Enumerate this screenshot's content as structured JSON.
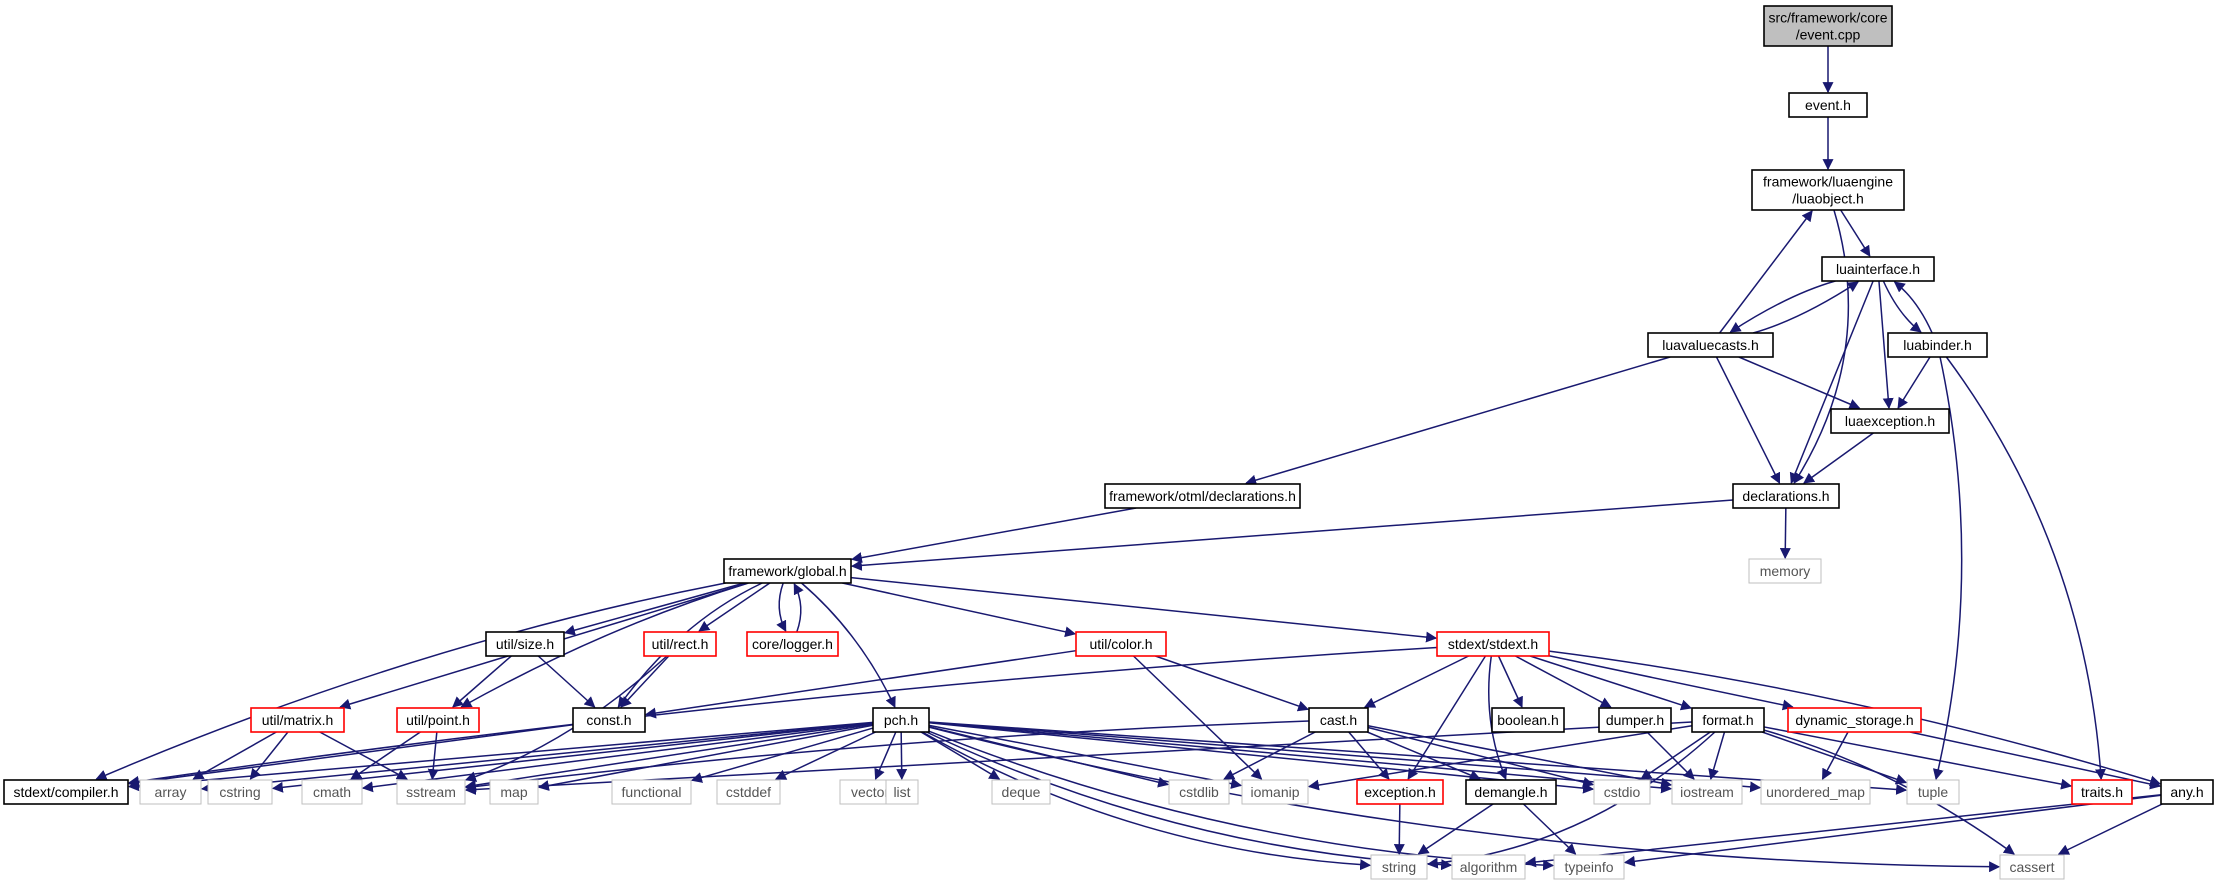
{
  "diagram": {
    "type": "include-dependency-graph",
    "colors": {
      "edge": "#191970",
      "root_fill": "#bfbfbf",
      "normal_border": "#000000",
      "truncated_border": "#ff0000",
      "external_border": "#bfbfbf",
      "external_text": "#555555"
    },
    "nodes": [
      {
        "id": "root",
        "lines": [
          "src/framework/core",
          "/event.cpp"
        ],
        "style": "root"
      },
      {
        "id": "event_h",
        "lines": [
          "event.h"
        ],
        "style": "normal"
      },
      {
        "id": "luaobject",
        "lines": [
          "framework/luaengine",
          "/luaobject.h"
        ],
        "style": "normal"
      },
      {
        "id": "luainterface",
        "lines": [
          "luainterface.h"
        ],
        "style": "normal"
      },
      {
        "id": "luavaluecasts",
        "lines": [
          "luavaluecasts.h"
        ],
        "style": "normal"
      },
      {
        "id": "luabinder",
        "lines": [
          "luabinder.h"
        ],
        "style": "normal"
      },
      {
        "id": "luaexception",
        "lines": [
          "luaexception.h"
        ],
        "style": "normal"
      },
      {
        "id": "otml_decl",
        "lines": [
          "framework/otml/declarations.h"
        ],
        "style": "normal"
      },
      {
        "id": "declarations",
        "lines": [
          "declarations.h"
        ],
        "style": "normal"
      },
      {
        "id": "memory",
        "lines": [
          "memory"
        ],
        "style": "external"
      },
      {
        "id": "global",
        "lines": [
          "framework/global.h"
        ],
        "style": "normal"
      },
      {
        "id": "size",
        "lines": [
          "util/size.h"
        ],
        "style": "normal"
      },
      {
        "id": "rect",
        "lines": [
          "util/rect.h"
        ],
        "style": "truncated"
      },
      {
        "id": "logger",
        "lines": [
          "core/logger.h"
        ],
        "style": "truncated"
      },
      {
        "id": "color",
        "lines": [
          "util/color.h"
        ],
        "style": "truncated"
      },
      {
        "id": "stdext",
        "lines": [
          "stdext/stdext.h"
        ],
        "style": "truncated"
      },
      {
        "id": "matrix",
        "lines": [
          "util/matrix.h"
        ],
        "style": "truncated"
      },
      {
        "id": "point",
        "lines": [
          "util/point.h"
        ],
        "style": "truncated"
      },
      {
        "id": "const",
        "lines": [
          "const.h"
        ],
        "style": "normal"
      },
      {
        "id": "pch",
        "lines": [
          "pch.h"
        ],
        "style": "normal"
      },
      {
        "id": "cast",
        "lines": [
          "cast.h"
        ],
        "style": "normal"
      },
      {
        "id": "boolean",
        "lines": [
          "boolean.h"
        ],
        "style": "normal"
      },
      {
        "id": "dumper",
        "lines": [
          "dumper.h"
        ],
        "style": "normal"
      },
      {
        "id": "format",
        "lines": [
          "format.h"
        ],
        "style": "normal"
      },
      {
        "id": "dynstore",
        "lines": [
          "dynamic_storage.h"
        ],
        "style": "truncated"
      },
      {
        "id": "compiler",
        "lines": [
          "stdext/compiler.h"
        ],
        "style": "normal"
      },
      {
        "id": "array",
        "lines": [
          "array"
        ],
        "style": "external"
      },
      {
        "id": "cstring",
        "lines": [
          "cstring"
        ],
        "style": "external"
      },
      {
        "id": "cmath",
        "lines": [
          "cmath"
        ],
        "style": "external"
      },
      {
        "id": "sstream",
        "lines": [
          "sstream"
        ],
        "style": "external"
      },
      {
        "id": "map",
        "lines": [
          "map"
        ],
        "style": "external"
      },
      {
        "id": "functional",
        "lines": [
          "functional"
        ],
        "style": "external"
      },
      {
        "id": "cstddef",
        "lines": [
          "cstddef"
        ],
        "style": "external"
      },
      {
        "id": "vector",
        "lines": [
          "vector"
        ],
        "style": "external"
      },
      {
        "id": "list",
        "lines": [
          "list"
        ],
        "style": "external"
      },
      {
        "id": "deque",
        "lines": [
          "deque"
        ],
        "style": "external"
      },
      {
        "id": "cstdlib",
        "lines": [
          "cstdlib"
        ],
        "style": "external"
      },
      {
        "id": "iomanip",
        "lines": [
          "iomanip"
        ],
        "style": "external"
      },
      {
        "id": "exception",
        "lines": [
          "exception.h"
        ],
        "style": "truncated"
      },
      {
        "id": "demangle",
        "lines": [
          "demangle.h"
        ],
        "style": "normal"
      },
      {
        "id": "cstdio",
        "lines": [
          "cstdio"
        ],
        "style": "external"
      },
      {
        "id": "iostream",
        "lines": [
          "iostream"
        ],
        "style": "external"
      },
      {
        "id": "unordered_map",
        "lines": [
          "unordered_map"
        ],
        "style": "external"
      },
      {
        "id": "tuple",
        "lines": [
          "tuple"
        ],
        "style": "external"
      },
      {
        "id": "traits",
        "lines": [
          "traits.h"
        ],
        "style": "truncated"
      },
      {
        "id": "any",
        "lines": [
          "any.h"
        ],
        "style": "normal"
      },
      {
        "id": "string",
        "lines": [
          "string"
        ],
        "style": "external"
      },
      {
        "id": "algorithm",
        "lines": [
          "algorithm"
        ],
        "style": "external"
      },
      {
        "id": "typeinfo",
        "lines": [
          "typeinfo"
        ],
        "style": "external"
      },
      {
        "id": "cassert",
        "lines": [
          "cassert"
        ],
        "style": "external"
      }
    ],
    "edges": [
      {
        "from": "root",
        "to": "event_h"
      },
      {
        "from": "event_h",
        "to": "luaobject"
      },
      {
        "from": "luaobject",
        "to": "luainterface"
      },
      {
        "from": "luaobject",
        "to": "declarations"
      },
      {
        "from": "luainterface",
        "to": "luavaluecasts"
      },
      {
        "from": "luavaluecasts",
        "to": "luainterface"
      },
      {
        "from": "luavaluecasts",
        "to": "luaobject"
      },
      {
        "from": "luainterface",
        "to": "luabinder"
      },
      {
        "from": "luabinder",
        "to": "luainterface"
      },
      {
        "from": "luainterface",
        "to": "luaexception"
      },
      {
        "from": "luainterface",
        "to": "declarations"
      },
      {
        "from": "luabinder",
        "to": "luaexception"
      },
      {
        "from": "luabinder",
        "to": "tuple"
      },
      {
        "from": "luabinder",
        "to": "traits"
      },
      {
        "from": "luavaluecasts",
        "to": "luaexception"
      },
      {
        "from": "luavaluecasts",
        "to": "declarations"
      },
      {
        "from": "luavaluecasts",
        "to": "otml_decl"
      },
      {
        "from": "luaexception",
        "to": "declarations"
      },
      {
        "from": "otml_decl",
        "to": "global"
      },
      {
        "from": "declarations",
        "to": "global"
      },
      {
        "from": "declarations",
        "to": "memory"
      },
      {
        "from": "global",
        "to": "compiler"
      },
      {
        "from": "global",
        "to": "matrix"
      },
      {
        "from": "global",
        "to": "point"
      },
      {
        "from": "global",
        "to": "size"
      },
      {
        "from": "global",
        "to": "const"
      },
      {
        "from": "global",
        "to": "rect"
      },
      {
        "from": "global",
        "to": "logger"
      },
      {
        "from": "logger",
        "to": "global"
      },
      {
        "from": "global",
        "to": "pch"
      },
      {
        "from": "global",
        "to": "color"
      },
      {
        "from": "global",
        "to": "stdext"
      },
      {
        "from": "size",
        "to": "point"
      },
      {
        "from": "size",
        "to": "const"
      },
      {
        "from": "rect",
        "to": "const"
      },
      {
        "from": "rect",
        "to": "sstream"
      },
      {
        "from": "color",
        "to": "const"
      },
      {
        "from": "color",
        "to": "cast"
      },
      {
        "from": "color",
        "to": "iomanip"
      },
      {
        "from": "matrix",
        "to": "array"
      },
      {
        "from": "matrix",
        "to": "cstring"
      },
      {
        "from": "matrix",
        "to": "sstream"
      },
      {
        "from": "point",
        "to": "cmath"
      },
      {
        "from": "point",
        "to": "sstream"
      },
      {
        "from": "const",
        "to": "compiler"
      },
      {
        "from": "stdext",
        "to": "compiler"
      },
      {
        "from": "stdext",
        "to": "cast"
      },
      {
        "from": "stdext",
        "to": "exception"
      },
      {
        "from": "stdext",
        "to": "demangle"
      },
      {
        "from": "stdext",
        "to": "boolean"
      },
      {
        "from": "stdext",
        "to": "dumper"
      },
      {
        "from": "stdext",
        "to": "format"
      },
      {
        "from": "stdext",
        "to": "dynstore"
      },
      {
        "from": "stdext",
        "to": "any"
      },
      {
        "from": "pch",
        "to": "compiler"
      },
      {
        "from": "pch",
        "to": "array"
      },
      {
        "from": "pch",
        "to": "cstring"
      },
      {
        "from": "pch",
        "to": "cmath"
      },
      {
        "from": "pch",
        "to": "sstream"
      },
      {
        "from": "pch",
        "to": "map"
      },
      {
        "from": "pch",
        "to": "functional"
      },
      {
        "from": "pch",
        "to": "cstddef"
      },
      {
        "from": "pch",
        "to": "vector"
      },
      {
        "from": "pch",
        "to": "list"
      },
      {
        "from": "pch",
        "to": "deque"
      },
      {
        "from": "pch",
        "to": "cstdlib"
      },
      {
        "from": "pch",
        "to": "iomanip"
      },
      {
        "from": "pch",
        "to": "cstdio"
      },
      {
        "from": "pch",
        "to": "iostream"
      },
      {
        "from": "pch",
        "to": "unordered_map"
      },
      {
        "from": "pch",
        "to": "tuple"
      },
      {
        "from": "pch",
        "to": "string"
      },
      {
        "from": "pch",
        "to": "algorithm"
      },
      {
        "from": "pch",
        "to": "typeinfo"
      },
      {
        "from": "pch",
        "to": "cassert"
      },
      {
        "from": "cast",
        "to": "sstream"
      },
      {
        "from": "cast",
        "to": "cstdlib"
      },
      {
        "from": "cast",
        "to": "exception"
      },
      {
        "from": "cast",
        "to": "demangle"
      },
      {
        "from": "cast",
        "to": "cstdio"
      },
      {
        "from": "cast",
        "to": "iostream"
      },
      {
        "from": "exception",
        "to": "string"
      },
      {
        "from": "demangle",
        "to": "string"
      },
      {
        "from": "demangle",
        "to": "typeinfo"
      },
      {
        "from": "dumper",
        "to": "iostream"
      },
      {
        "from": "format",
        "to": "sstream"
      },
      {
        "from": "format",
        "to": "iomanip"
      },
      {
        "from": "format",
        "to": "cstdio"
      },
      {
        "from": "format",
        "to": "iostream"
      },
      {
        "from": "format",
        "to": "tuple"
      },
      {
        "from": "format",
        "to": "traits"
      },
      {
        "from": "format",
        "to": "string"
      },
      {
        "from": "format",
        "to": "cassert"
      },
      {
        "from": "dynstore",
        "to": "unordered_map"
      },
      {
        "from": "dynstore",
        "to": "any"
      },
      {
        "from": "any",
        "to": "algorithm"
      },
      {
        "from": "any",
        "to": "typeinfo"
      },
      {
        "from": "any",
        "to": "cassert"
      }
    ]
  }
}
